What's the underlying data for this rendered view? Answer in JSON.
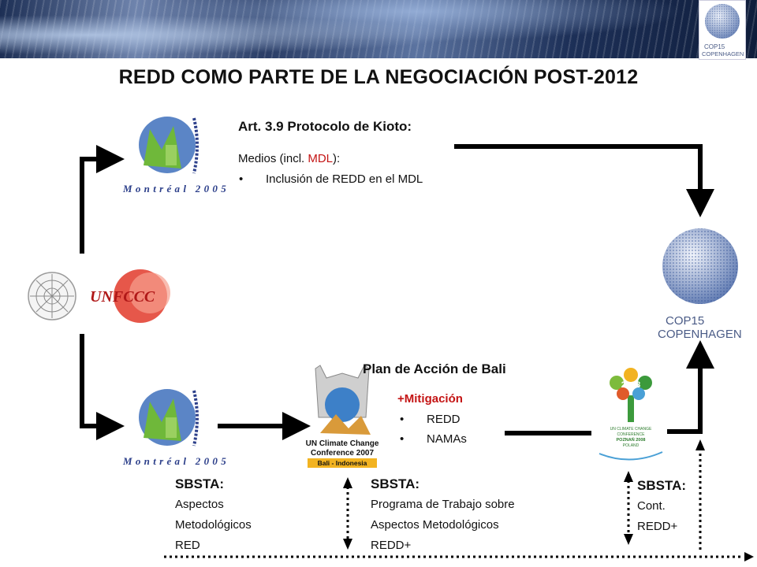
{
  "slide": {
    "title": "REDD COMO PARTE DE LA NEGOCIACIÓN POST-2012"
  },
  "header_logo": {
    "icon": "cop15-globe-icon",
    "line1": "COP15",
    "line2": "COPENHAGEN"
  },
  "unfccc_logo": {
    "icon": "un-emblem-icon",
    "text": "UNFCCC"
  },
  "montreal_top": {
    "icon": "montreal-2005-logo-icon",
    "caption": "Montréal 2005"
  },
  "montreal_bottom": {
    "icon": "montreal-2005-logo-icon",
    "caption": "Montréal 2005"
  },
  "kyoto": {
    "heading": "Art. 3.9 Protocolo de Kioto:",
    "medios_prefix": "Medios (incl. ",
    "medios_highlight": "MDL",
    "medios_suffix": "):",
    "bullet": "Inclusión de REDD en el MDL"
  },
  "bali": {
    "heading": "Plan de Acción de Bali",
    "sub_heading": "+Mitigación",
    "bullets": [
      "REDD",
      "NAMAs"
    ],
    "logo_line1": "UN Climate Change",
    "logo_line2": "Conference 2007",
    "logo_line3": "Bali - Indonesia"
  },
  "poznan": {
    "year_text": "2008",
    "line1": "UN CLIMATE CHANGE",
    "line2": "CONFERENCE",
    "line3": "POZNAŃ 2008",
    "line4": "POLAND"
  },
  "copenhagen_logo": {
    "icon": "cop15-globe-icon",
    "line1": "COP15",
    "line2": "COPENHAGEN"
  },
  "sbsta_1": {
    "heading": "SBSTA:",
    "lines": [
      "Aspectos",
      "Metodológicos",
      "RED"
    ]
  },
  "sbsta_2": {
    "heading": "SBSTA:",
    "lines": [
      "Programa de Trabajo sobre",
      "Aspectos Metodológicos",
      "REDD+"
    ]
  },
  "sbsta_3": {
    "heading": "SBSTA:",
    "lines": [
      "Cont.",
      "REDD+"
    ]
  },
  "colors": {
    "arrow": "#000000",
    "highlight": "#c41414",
    "title": "#111111",
    "montreal_blue": "#2c3f8a",
    "montreal_green": "#6fb83a",
    "unfccc_red": "#d9261c"
  }
}
